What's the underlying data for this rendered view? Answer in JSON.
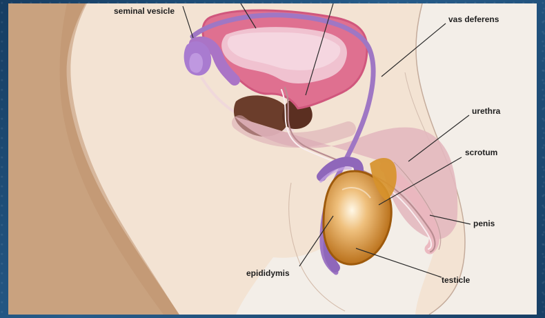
{
  "diagram": {
    "labels": {
      "seminal_vesicle": "seminal vesicle",
      "vas_deferens": "vas deferens",
      "urethra": "urethra",
      "scrotum": "scrotum",
      "penis": "penis",
      "epididymis": "epididymis",
      "testicle": "testicle"
    }
  }
}
